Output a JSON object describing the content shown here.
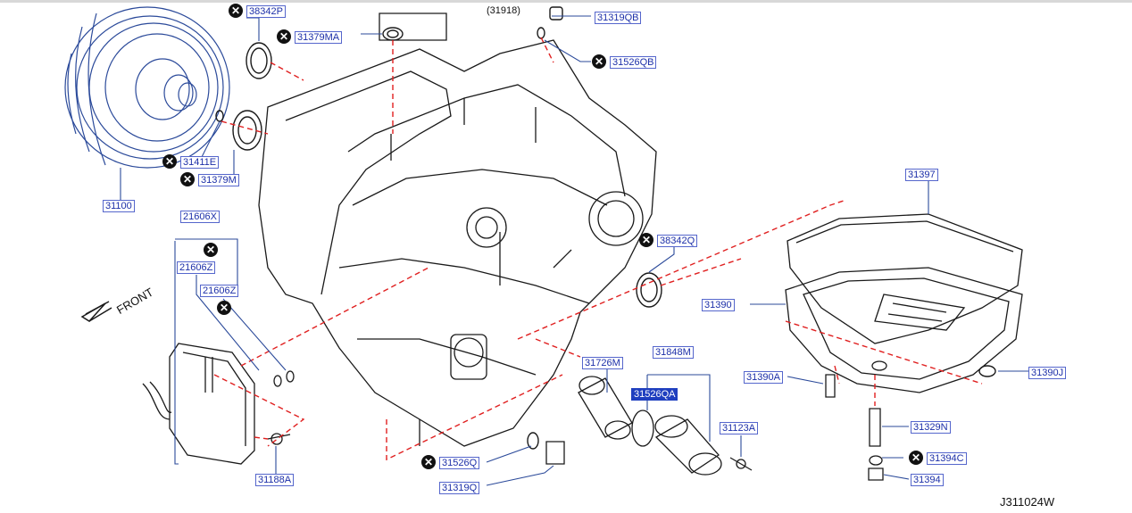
{
  "diagram": {
    "figure_id": "J311024W",
    "front_label": "FRONT",
    "note_ref": "(31918)",
    "parts": [
      {
        "id": "p1",
        "number": "38342P",
        "excluded": true
      },
      {
        "id": "p2",
        "number": "31379MA",
        "excluded": true
      },
      {
        "id": "p3",
        "number": "31319QB",
        "excluded": false
      },
      {
        "id": "p4",
        "number": "31526QB",
        "excluded": true
      },
      {
        "id": "p5",
        "number": "31411E",
        "excluded": true
      },
      {
        "id": "p6",
        "number": "31379M",
        "excluded": true
      },
      {
        "id": "p7",
        "number": "31100",
        "excluded": false
      },
      {
        "id": "p8",
        "number": "21606X",
        "excluded": false
      },
      {
        "id": "p9",
        "number": "21606Z",
        "excluded": false
      },
      {
        "id": "p10",
        "number": "21606Z",
        "excluded": false
      },
      {
        "id": "p11",
        "number": "38342Q",
        "excluded": true
      },
      {
        "id": "p12",
        "number": "31397",
        "excluded": false
      },
      {
        "id": "p13",
        "number": "31390",
        "excluded": false
      },
      {
        "id": "p14",
        "number": "31848M",
        "excluded": false
      },
      {
        "id": "p15",
        "number": "31726M",
        "excluded": false
      },
      {
        "id": "p16",
        "number": "31526QA",
        "excluded": false,
        "highlighted": true
      },
      {
        "id": "p17",
        "number": "31390A",
        "excluded": false
      },
      {
        "id": "p18",
        "number": "31390J",
        "excluded": false
      },
      {
        "id": "p19",
        "number": "31123A",
        "excluded": false
      },
      {
        "id": "p20",
        "number": "31329N",
        "excluded": false
      },
      {
        "id": "p21",
        "number": "31394C",
        "excluded": true
      },
      {
        "id": "p22",
        "number": "31394",
        "excluded": false
      },
      {
        "id": "p23",
        "number": "31188A",
        "excluded": false
      },
      {
        "id": "p24",
        "number": "31526Q",
        "excluded": true
      },
      {
        "id": "p25",
        "number": "31319Q",
        "excluded": false
      }
    ]
  },
  "colors": {
    "line_art": "#1a1a1a",
    "converter": "#2b4a9a",
    "leader": "#2b4a9a",
    "dashed": "#e02020",
    "label_text": "#1c2fa8",
    "highlight_bg": "#1f3fbf"
  },
  "icons": {
    "excluded_marker": "x-circle-icon",
    "front_arrow": "arrow-left-down-icon"
  }
}
